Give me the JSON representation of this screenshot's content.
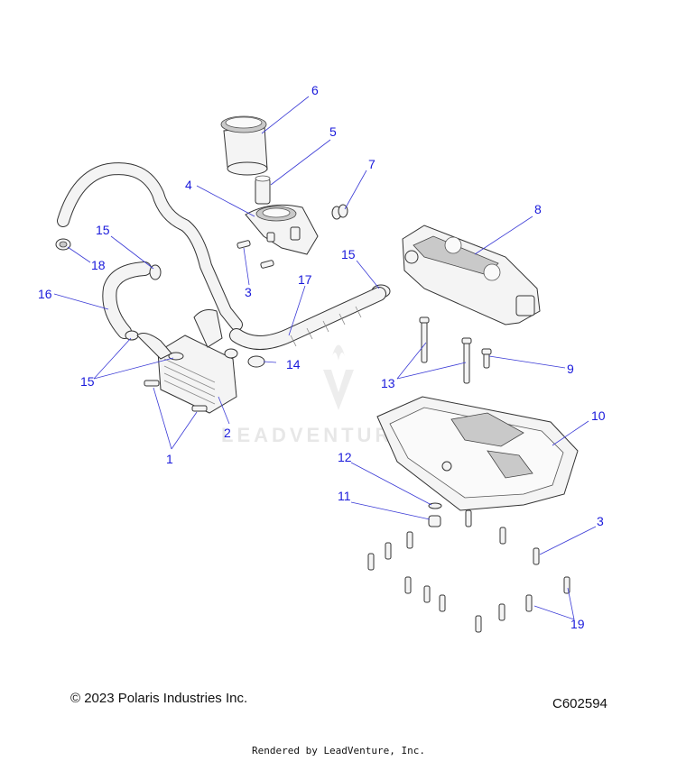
{
  "callouts": {
    "c1": "1",
    "c2": "2",
    "c3a": "3",
    "c3b": "3",
    "c4": "4",
    "c5": "5",
    "c6": "6",
    "c7": "7",
    "c8": "8",
    "c9": "9",
    "c10": "10",
    "c11": "11",
    "c12": "12",
    "c13": "13",
    "c14": "14",
    "c15a": "15",
    "c15b": "15",
    "c15c": "15",
    "c16": "16",
    "c17": "17",
    "c18": "18",
    "c19": "19"
  },
  "watermark": "LEADVENTURE",
  "footer": {
    "copyright": "© 2023 Polaris Industries Inc.",
    "diagram_id": "C602594",
    "rendered_by": "Rendered by LeadVenture, Inc."
  },
  "colors": {
    "callout": "#1a1adb",
    "leader": "#3b3bd6"
  }
}
